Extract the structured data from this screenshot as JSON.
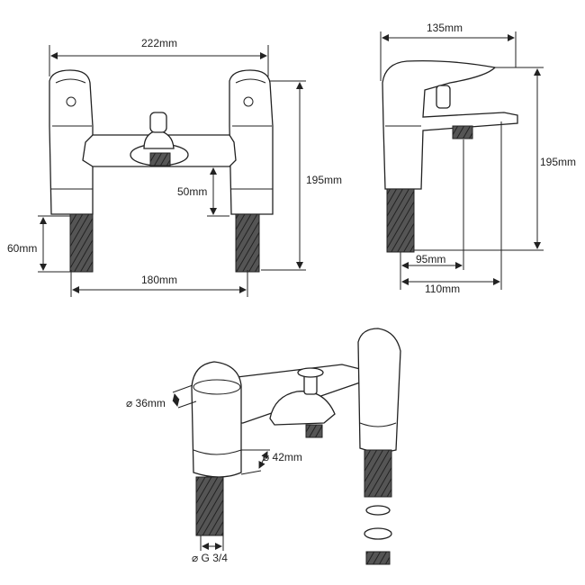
{
  "title": "Bath shower mixer technical drawing",
  "front_view": {
    "width_overall": "222mm",
    "height_overall": "195mm",
    "spout_clearance": "50mm",
    "thread_length": "60mm",
    "centres": "180mm"
  },
  "side_view": {
    "depth_overall": "135mm",
    "height_overall": "195mm",
    "outlet_reach": "95mm",
    "spout_reach": "110mm"
  },
  "iso_view": {
    "handle_diameter": "⌀ 36mm",
    "body_diameter": "⌀ 42mm",
    "thread_size": "⌀ G 3/4"
  },
  "colors": {
    "line": "#222222",
    "thread": "#444444",
    "background": "#ffffff"
  }
}
